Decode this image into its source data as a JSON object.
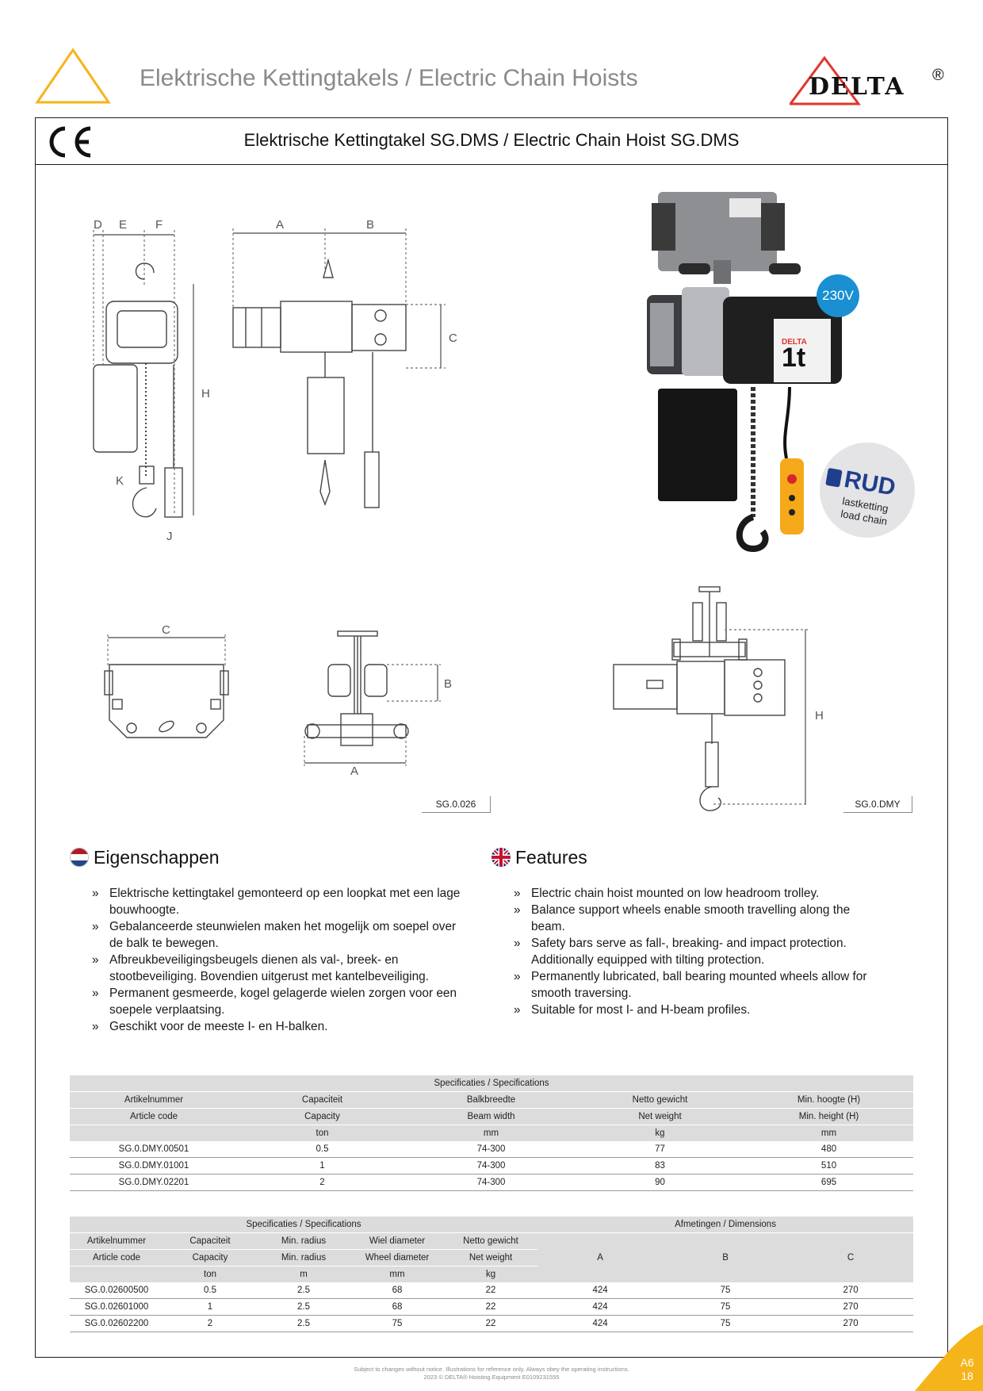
{
  "header": {
    "title": "Elektrische Kettingtakels / Electric Chain Hoists",
    "brand": "DELTA",
    "brand_mark": "®",
    "brand_color": "#e2352b",
    "accent_color": "#f4b41a"
  },
  "product": {
    "ce_mark": "CE",
    "title": "Elektrische Kettingtakel SG.DMS / Electric Chain Hoist SG.DMS"
  },
  "drawings": {
    "dim_labels": {
      "D": "D",
      "E": "E",
      "F": "F",
      "A": "A",
      "B": "B",
      "C": "C",
      "H": "H",
      "K": "K",
      "J": "J"
    },
    "ref_left": "SG.0.026",
    "ref_right": "SG.0.DMY"
  },
  "photo": {
    "voltage_badge": "230V",
    "voltage_color": "#1a8fd1",
    "hoist_label": "1t",
    "hoist_brand": "DELTA",
    "rud_logo": "RUD",
    "rud_line1": "lastketting",
    "rud_line2": "load chain"
  },
  "features_nl": {
    "heading": "Eigenschappen",
    "items": [
      "Elektrische kettingtakel gemonteerd op een loopkat met een lage bouwhoogte.",
      "Gebalanceerde steunwielen maken het mogelijk om soepel over de balk te bewegen.",
      "Afbreukbeveiligingsbeugels dienen als val-, breek- en stootbeveiliging. Bovendien uitgerust met kantelbeveiliging.",
      "Permanent gesmeerde, kogel gelagerde wielen zorgen voor een soepele verplaatsing.",
      "Geschikt voor de meeste I- en H-balken."
    ]
  },
  "features_en": {
    "heading": "Features",
    "items": [
      "Electric chain hoist mounted on low headroom trolley.",
      "Balance support wheels enable smooth travelling along the beam.",
      "Safety bars serve as fall-, breaking- and impact protection. Additionally equipped with tilting protection.",
      "Permanently lubricated, ball bearing mounted wheels allow for smooth traversing.",
      "Suitable for most I- and H-beam profiles."
    ]
  },
  "table1": {
    "title": "Specificaties / Specifications",
    "headers_nl": [
      "Artikelnummer",
      "Capaciteit",
      "Balkbreedte",
      "Netto gewicht",
      "Min. hoogte (H)"
    ],
    "headers_en": [
      "Article code",
      "Capacity",
      "Beam width",
      "Net weight",
      "Min. height (H)"
    ],
    "units": [
      "",
      "ton",
      "mm",
      "kg",
      "mm"
    ],
    "rows": [
      [
        "SG.0.DMY.00501",
        "0.5",
        "74-300",
        "77",
        "480"
      ],
      [
        "SG.0.DMY.01001",
        "1",
        "74-300",
        "83",
        "510"
      ],
      [
        "SG.0.DMY.02201",
        "2",
        "74-300",
        "90",
        "695"
      ]
    ]
  },
  "table2": {
    "title": "Specificaties / Specifications",
    "dims_title": "Afmetingen / Dimensions",
    "headers_nl": [
      "Artikelnummer",
      "Capaciteit",
      "Min. radius",
      "Wiel diameter",
      "Netto gewicht"
    ],
    "headers_en": [
      "Article code",
      "Capacity",
      "Min. radius",
      "Wheel diameter",
      "Net weight"
    ],
    "dims_headers": [
      "A",
      "B",
      "C"
    ],
    "units": [
      "",
      "ton",
      "m",
      "mm",
      "kg"
    ],
    "rows": [
      [
        "SG.0.02600500",
        "0.5",
        "2.5",
        "68",
        "22",
        "424",
        "75",
        "270"
      ],
      [
        "SG.0.02601000",
        "1",
        "2.5",
        "68",
        "22",
        "424",
        "75",
        "270"
      ],
      [
        "SG.0.02602200",
        "2",
        "2.5",
        "75",
        "22",
        "424",
        "75",
        "270"
      ]
    ]
  },
  "footer": {
    "line1": "Subject to changes without notice. Illustrations for reference only. Always obey the operating instructions.",
    "line2_year": "2023 ©",
    "line2_brand": "DELTA",
    "line2_rest": "® Hoisting Equipment   E0109231555",
    "page_code": "A6",
    "page_number": "18"
  }
}
